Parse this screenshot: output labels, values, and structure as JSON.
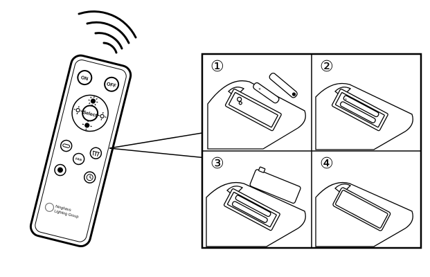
{
  "remote": {
    "buttons": {
      "on": "ON",
      "off": "OFF",
      "select": "Select",
      "fan_speed": "FAN"
    },
    "brand_name": "Ninghaus",
    "brand_sub": "Lighting Group",
    "icons": [
      "wifi-signal-icon",
      "sun-bright-icon",
      "sun-dim-icon",
      "sun-left-icon",
      "sun-right-icon",
      "timer-icon",
      "clock-icon",
      "light-bar-icon",
      "fan-icon",
      "lamp-icon"
    ]
  },
  "panels": [
    {
      "number": "①",
      "description_icon": "battery-install-step-1"
    },
    {
      "number": "②",
      "description_icon": "battery-install-step-2"
    },
    {
      "number": "③",
      "description_icon": "battery-install-step-3"
    },
    {
      "number": "④",
      "description_icon": "battery-install-step-4"
    }
  ],
  "colors": {
    "stroke": "#000000",
    "background": "#ffffff"
  }
}
